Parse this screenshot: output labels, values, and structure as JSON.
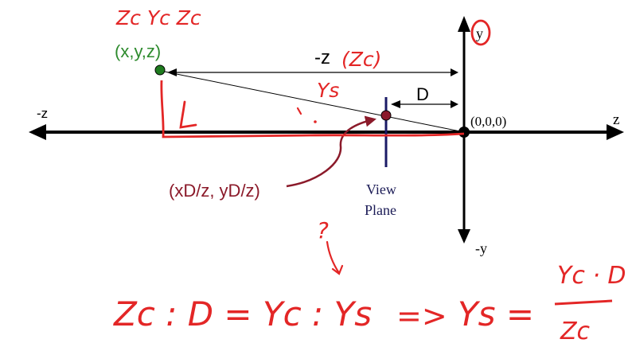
{
  "labels": {
    "point_xyz": "(x,y,z)",
    "neg_z_top": "-z",
    "d_label": "D",
    "origin": "(0,0,0)",
    "z_right": "z",
    "z_left": "-z",
    "y_top": "y",
    "y_bottom": "-y",
    "proj_point": "(xD/z, yD/z)",
    "view_plane_1": "View",
    "view_plane_2": "Plane"
  },
  "handwriting": {
    "top_left_coords": "Zc Yc Zc",
    "top_zc": "(Zc)",
    "ys_label": "Ys",
    "question": "?",
    "equation_left": "Zc : D = Yc : Ys",
    "implies": "=>",
    "ys_eq": "Ys =",
    "fraction_num": "Yc · D",
    "fraction_den": "Zc"
  },
  "colors": {
    "axis": "#000000",
    "green_point": "#1e7b1e",
    "green_text": "#2e8b2e",
    "dark_red": "#8b1a2a",
    "navy": "#1a1a66",
    "red_ink": "#e32626",
    "view_text": "#1a1a55"
  }
}
